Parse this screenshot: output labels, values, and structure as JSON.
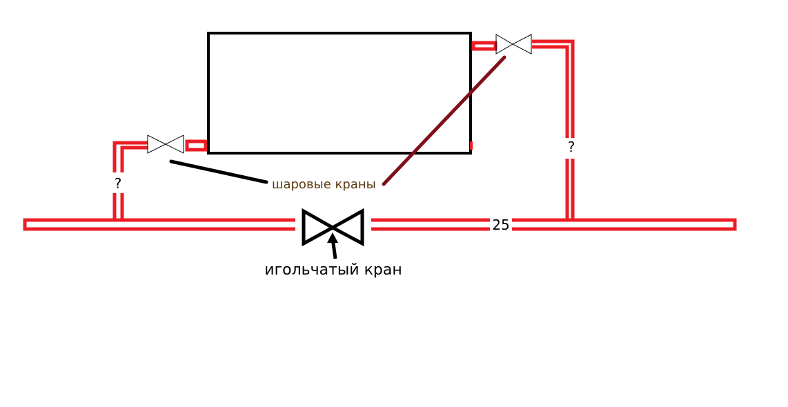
{
  "labels": {
    "ball_valves": "шаровые краны",
    "needle_valve": "игольчатый кран",
    "main_pipe_size": "25",
    "left_riser_unknown": "?",
    "right_riser_unknown": "?"
  },
  "colors": {
    "pipe": "#ed1c24",
    "radiator": "#000000",
    "leader_dark": "#7f0f1a"
  }
}
